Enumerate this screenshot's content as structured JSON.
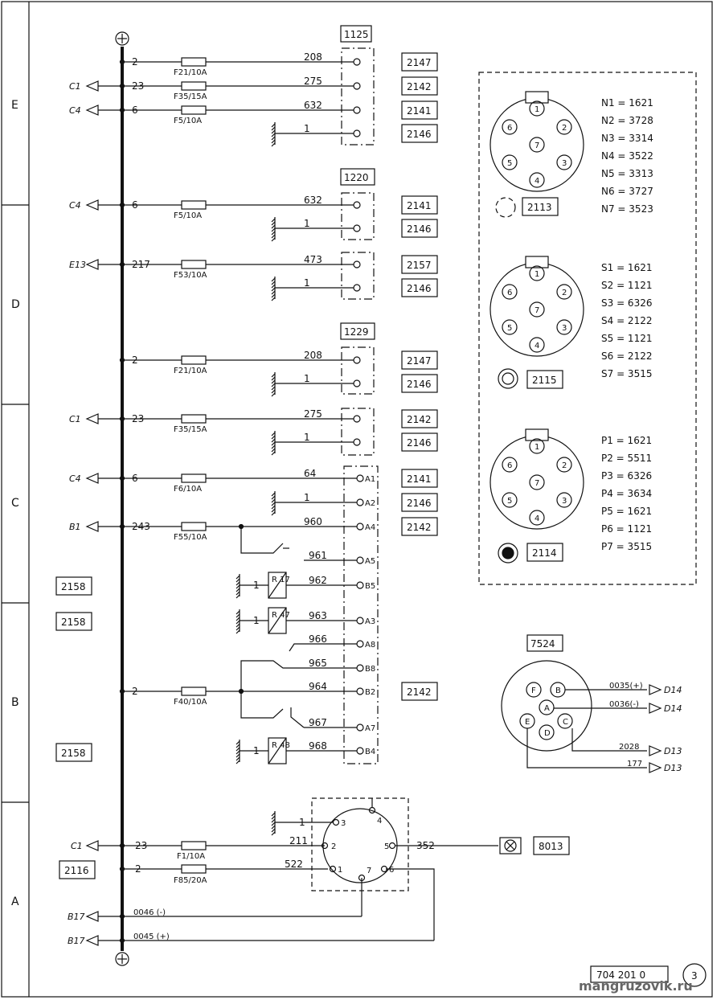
{
  "zones": [
    "E",
    "D",
    "C",
    "B",
    "A"
  ],
  "bus": {
    "top_symbol": "⊕",
    "bottom_symbol": "⊕"
  },
  "connectors": {
    "c1125": "1125",
    "c1220": "1220",
    "c1229": "1229",
    "c7524": "7524"
  },
  "rows": [
    {
      "dest": "",
      "wire": "2",
      "fuse": "F21/10A",
      "out": "208",
      "pin": "",
      "ref": "2147"
    },
    {
      "dest": "C1",
      "wire": "23",
      "fuse": "F35/15A",
      "out": "275",
      "pin": "",
      "ref": "2142"
    },
    {
      "dest": "C4",
      "wire": "6",
      "fuse": "F5/10A",
      "out": "632",
      "pin": "",
      "ref": "2141"
    },
    {
      "dest": "",
      "wire": "",
      "fuse": "",
      "out": "1",
      "pin": "",
      "ref": "2146"
    },
    {
      "dest": "C4",
      "wire": "6",
      "fuse": "F5/10A",
      "out": "632",
      "pin": "",
      "ref": "2141"
    },
    {
      "dest": "",
      "wire": "",
      "fuse": "",
      "out": "1",
      "pin": "",
      "ref": "2146"
    },
    {
      "dest": "E13",
      "wire": "217",
      "fuse": "F53/10A",
      "out": "473",
      "pin": "",
      "ref": "2157"
    },
    {
      "dest": "",
      "wire": "",
      "fuse": "",
      "out": "1",
      "pin": "",
      "ref": "2146"
    },
    {
      "dest": "",
      "wire": "2",
      "fuse": "F21/10A",
      "out": "208",
      "pin": "",
      "ref": "2147"
    },
    {
      "dest": "",
      "wire": "",
      "fuse": "",
      "out": "1",
      "pin": "",
      "ref": "2146"
    },
    {
      "dest": "C1",
      "wire": "23",
      "fuse": "F35/15A",
      "out": "275",
      "pin": "",
      "ref": "2142"
    },
    {
      "dest": "",
      "wire": "",
      "fuse": "",
      "out": "1",
      "pin": "",
      "ref": "2146"
    },
    {
      "dest": "C4",
      "wire": "6",
      "fuse": "F6/10A",
      "out": "64",
      "pin": "A1",
      "ref": "2141"
    },
    {
      "dest": "",
      "wire": "",
      "fuse": "",
      "out": "1",
      "pin": "A2",
      "ref": "2146"
    },
    {
      "dest": "B1",
      "wire": "243",
      "fuse": "F55/10A",
      "out": "960",
      "pin": "A4",
      "ref": "2142"
    }
  ],
  "relay_rows": [
    {
      "out": "961",
      "pin": "A5"
    },
    {
      "out": "962",
      "pin": "B5",
      "relay": "R 17",
      "left": "1"
    },
    {
      "out": "963",
      "pin": "A3",
      "relay": "R 47",
      "left": "1"
    },
    {
      "out": "966",
      "pin": "A8"
    },
    {
      "out": "965",
      "pin": "B8"
    },
    {
      "out": "964",
      "pin": "B2",
      "wire": "2",
      "fuse": "F40/10A",
      "ref": "2142"
    },
    {
      "out": "967",
      "pin": "A7"
    },
    {
      "out": "968",
      "pin": "B4",
      "relay": "R 48",
      "left": "1"
    }
  ],
  "side_refs": [
    "2158",
    "2158",
    "2158",
    "2116"
  ],
  "sockets": [
    {
      "ref": "2113",
      "pins": [
        "1",
        "2",
        "3",
        "4",
        "5",
        "6",
        "7"
      ],
      "legend": [
        "N1 = 1621",
        "N2 = 3728",
        "N3 = 3314",
        "N4 = 3522",
        "N5 = 3313",
        "N6 = 3727",
        "N7 = 3523"
      ]
    },
    {
      "ref": "2115",
      "pins": [
        "1",
        "2",
        "3",
        "4",
        "5",
        "6",
        "7"
      ],
      "legend": [
        "S1 = 1621",
        "S2 = 1121",
        "S3 = 6326",
        "S4 = 2122",
        "S5 = 1121",
        "S6 = 2122",
        "S7 = 3515"
      ]
    },
    {
      "ref": "2114",
      "pins": [
        "1",
        "2",
        "3",
        "4",
        "5",
        "6",
        "7"
      ],
      "legend": [
        "P1 = 1621",
        "P2 = 5511",
        "P3 = 6326",
        "P4 = 3634",
        "P5 = 1621",
        "P6 = 1121",
        "P7 = 3515"
      ]
    }
  ],
  "plug7524": {
    "pins": [
      "F",
      "B",
      "A",
      "E",
      "C",
      "D"
    ],
    "outs": [
      {
        "wire": "0035(+)",
        "dest": "D14"
      },
      {
        "wire": "0036(-)",
        "dest": "D14"
      },
      {
        "wire": "2028",
        "dest": "D13"
      },
      {
        "wire": "177",
        "dest": "D13"
      }
    ]
  },
  "section_a": {
    "ground_label": "1",
    "row1": {
      "dest": "C1",
      "wire": "23",
      "fuse": "F1/10A",
      "out": "211"
    },
    "row2": {
      "wire": "2",
      "fuse": "F85/20A",
      "out": "522"
    },
    "row3": {
      "dest": "B17",
      "wire": "0046 (-)"
    },
    "row4": {
      "dest": "B17",
      "wire": "0045 (+)"
    },
    "round_pins": [
      "1",
      "2",
      "3",
      "4",
      "5",
      "6",
      "7"
    ],
    "out5": "352",
    "lamp_ref": "8013"
  },
  "footer": {
    "doc": "704 201 0",
    "page": "3",
    "watermark": "mangruzovik.ru"
  }
}
